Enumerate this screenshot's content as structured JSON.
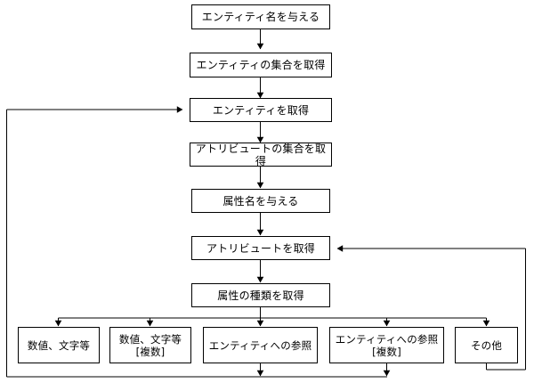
{
  "diagram": {
    "title": "",
    "type": "flowchart",
    "colors": {
      "background": "#ffffff",
      "stroke": "#000000",
      "node_fill": "#ffffff",
      "text": "#000000"
    },
    "nodes": [
      {
        "id": "entity-name",
        "label": "エンティティ名を与える"
      },
      {
        "id": "entity-set",
        "label": "エンティティの集合を取得"
      },
      {
        "id": "entity-get",
        "label": "エンティティを取得"
      },
      {
        "id": "attribute-set",
        "label": "アトリビュートの集合を取得"
      },
      {
        "id": "attribute-name",
        "label": "属性名を与える"
      },
      {
        "id": "attribute-get",
        "label": "アトリビュートを取得"
      },
      {
        "id": "attribute-kind",
        "label": "属性の種類を取得"
      }
    ],
    "leaves": [
      {
        "id": "scalar",
        "label": "数値、文字等"
      },
      {
        "id": "scalar-multi",
        "label": "数値、文字等\n[複数]"
      },
      {
        "id": "entity-ref",
        "label": "エンティティへの参照"
      },
      {
        "id": "entity-ref-multi",
        "label": "エンティティへの参照\n[複数]"
      },
      {
        "id": "other",
        "label": "その他"
      }
    ],
    "edges": [
      {
        "from": "entity-name",
        "to": "entity-set",
        "kind": "down-arrow"
      },
      {
        "from": "entity-set",
        "to": "entity-get",
        "kind": "down-arrow"
      },
      {
        "from": "entity-get",
        "to": "attribute-set",
        "kind": "down-arrow"
      },
      {
        "from": "attribute-set",
        "to": "attribute-name",
        "kind": "down-arrow"
      },
      {
        "from": "attribute-name",
        "to": "attribute-get",
        "kind": "down-arrow"
      },
      {
        "from": "attribute-get",
        "to": "attribute-kind",
        "kind": "down-arrow"
      },
      {
        "from": "attribute-kind",
        "to": "scalar",
        "kind": "fan-out"
      },
      {
        "from": "attribute-kind",
        "to": "scalar-multi",
        "kind": "fan-out"
      },
      {
        "from": "attribute-kind",
        "to": "entity-ref",
        "kind": "fan-out"
      },
      {
        "from": "attribute-kind",
        "to": "entity-ref-multi",
        "kind": "fan-out"
      },
      {
        "from": "attribute-kind",
        "to": "other",
        "kind": "fan-out"
      },
      {
        "from": "entity-ref",
        "to": "entity-get",
        "kind": "feedback-left"
      },
      {
        "from": "entity-ref-multi",
        "to": "entity-get",
        "kind": "feedback-left"
      },
      {
        "from": "other",
        "to": "attribute-get",
        "kind": "feedback-right"
      }
    ]
  }
}
